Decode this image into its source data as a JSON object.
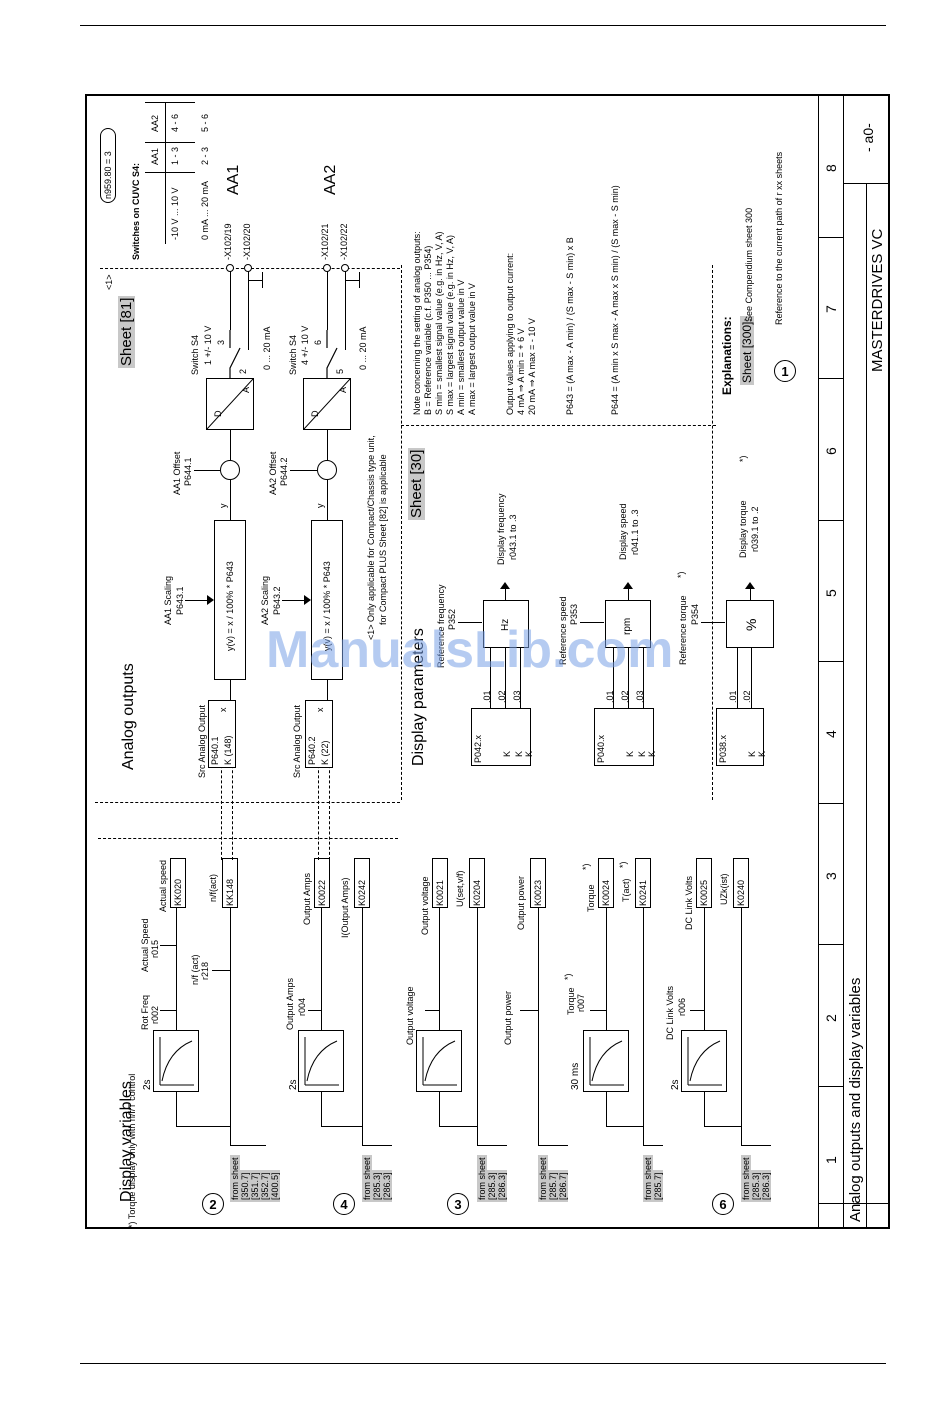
{
  "footer": {
    "title": "Analog outputs and display variables",
    "product": "MASTERDRIVES VC",
    "sheet_code": "- a0-",
    "columns": [
      "1",
      "2",
      "3",
      "4",
      "5",
      "6",
      "7",
      "8"
    ]
  },
  "sections": {
    "display_variables": "Display variables",
    "analog_outputs": "Analog outputs",
    "display_parameters": "Display parameters",
    "sheet81": "Sheet [81]",
    "sheet30": "Sheet [30]",
    "note1_marker": "<1>"
  },
  "groups": [
    {
      "num": "2",
      "from": [
        "from sheet",
        "[350.7]",
        "[351.7]",
        "[352.7]",
        "[400.5]"
      ],
      "filter": "2s",
      "p1_name": "Rot Freq",
      "p1": "r002",
      "p2_name": "Actual Speed",
      "p2": "r015",
      "p3_name": "n/f (act)",
      "p3": "r218",
      "k1_name": "Actual speed",
      "k1": "KK020",
      "k2_name": "n/f(act)",
      "k2": "KK148"
    },
    {
      "num": "4",
      "from": [
        "from sheet",
        "[285.3]",
        "[286.3]"
      ],
      "filter": "2s",
      "p1_name": "Output Amps",
      "p1": "r004",
      "k1_name": "Output Amps",
      "k1": "K0022",
      "k2_name": "I(Output Amps)",
      "k2": "K0242"
    },
    {
      "num": "3",
      "from": [
        "from sheet",
        "[285.3]",
        "[286.3]"
      ],
      "filter": "",
      "p1_name": "Output voltage",
      "p1": "",
      "k1_name": "Output voltage",
      "k1": "K0021",
      "k2_name": "U(set,v/f)",
      "k2": "K0204",
      "from2": [
        "from sheet",
        "[285.7]",
        "[286.7]"
      ],
      "p2_name": "Output power",
      "k3_name": "Output power",
      "k3": "K0023"
    },
    {
      "num": "",
      "from": [
        "from sheet",
        "[285.7]"
      ],
      "filter": "30 ms",
      "p1_name": "Torque",
      "p1": "r007",
      "p1_note": "*)",
      "k1_name": "Torque",
      "k1": "K0024",
      "k1_note": "*)",
      "k2_name": "T(act)",
      "k2": "K0241",
      "k2_note": "*)"
    },
    {
      "num": "6",
      "from": [
        "from sheet",
        "[285.3]",
        "[286.3]"
      ],
      "filter": "2s",
      "p1_name": "DC Link Volts",
      "p1": "r006",
      "k1_name": "DC Link Volts",
      "k1": "K0025",
      "k2_name": "UZk(ist)",
      "k2": "K0240"
    }
  ],
  "torque_note": "*) Torque display only with n/f/T control",
  "analog": [
    {
      "src_label": "Src Analog Output",
      "src_par": "P640.1",
      "src_val": "K (148)",
      "scaling_label": "AA1 Scaling",
      "scaling_par": "P643.1",
      "formula": "y(v) = x / 100% * P643",
      "offset_label": "AA1 Offset",
      "offset_par": "P644.1",
      "switch_label": "Switch S4",
      "switch_pos": "1 +/- 10 V",
      "switch_num": "3",
      "switch_num2": "2",
      "range": "0 ... 20 mA",
      "term1": "-X102/19",
      "term2": "-X102/20",
      "name": "AA1",
      "x": "x",
      "y": "y",
      "da_d": "D",
      "da_a": "A"
    },
    {
      "src_label": "Src Analog Output",
      "src_par": "P640.2",
      "src_val": "K (22)",
      "scaling_label": "AA2 Scaling",
      "scaling_par": "P643.2",
      "formula": "y(v) = x / 100% * P643",
      "offset_label": "AA2 Offset",
      "offset_par": "P644.2",
      "switch_label": "Switch S4",
      "switch_pos": "4 +/- 10 V",
      "switch_num": "6",
      "switch_num2": "5",
      "range": "0 ... 20 mA",
      "term1": "-X102/21",
      "term2": "-X102/22",
      "name": "AA2",
      "x": "x",
      "y": "y",
      "da_d": "D",
      "da_a": "A"
    }
  ],
  "note_compact": [
    "<1>  Only applicable for Compact/Chassis type unit,",
    "for Compact PLUS Sheet [82] is applicable"
  ],
  "switches": {
    "title": "Switches on CUVC S4:",
    "n959": "n959.80 = 3",
    "header": [
      "",
      "AA1",
      "AA2"
    ],
    "rows": [
      [
        "-10 V ... 10 V",
        "1 - 3",
        "4 - 6"
      ],
      [
        "0 mA ... 20 mA",
        "2 - 3",
        "5 - 6"
      ]
    ]
  },
  "notes": [
    "Note concerning the setting of analog outputs:",
    "B = Reference variable (c.f. P350 ... P354)",
    "S min = smallest signal value (e.g. in Hz, V, A)",
    "S max = largest signal value (e.g. in Hz, V, A)",
    "A min = smallest output value in V",
    "A max = largest output value in V",
    "",
    "Output values applying to output current:",
    "4 mA ⇒  A min = + 6 V",
    "20 mA ⇒  A max = - 10 V"
  ],
  "p643_formula": "P643 = (A max - A min) / (S max - S min) x B",
  "p644_formula": "P644 = (A min x S max - A max x S min) / (S max - S min)",
  "explanations": {
    "title": "Explanations:",
    "sheet_ref": "Sheet [300]:",
    "sheet_text": "See Compendium  sheet 300",
    "circle_num": "1",
    "circle_text": "Reference to the current path of r xx sheets"
  },
  "display_params": [
    {
      "par": "P042.x",
      "k": [
        "K",
        "K",
        "K"
      ],
      "idx": [
        ".01",
        ".02",
        ".03"
      ],
      "ref_label": "Reference frequency",
      "ref_par": "P352",
      "unit": "Hz",
      "disp_label": "Display frequency",
      "disp_par": "r043.1 to .3"
    },
    {
      "par": "P040.x",
      "k": [
        "K",
        "K",
        "K"
      ],
      "idx": [
        ".01",
        ".02",
        ".03"
      ],
      "ref_label": "Reference speed",
      "ref_par": "P353",
      "unit": "rpm",
      "disp_label": "Display speed",
      "disp_par": "r041.1 to .3"
    },
    {
      "par": "P038.x",
      "k": [
        "K",
        "K"
      ],
      "idx": [
        ".01",
        ".02"
      ],
      "ref_label": "Reference torque",
      "ref_note": "*)",
      "ref_par": "P354",
      "unit": "%",
      "disp_label": "Display torque",
      "disp_note": "*)",
      "disp_par": "r039.1 to .2"
    }
  ],
  "watermark": "ManualsLib.com"
}
